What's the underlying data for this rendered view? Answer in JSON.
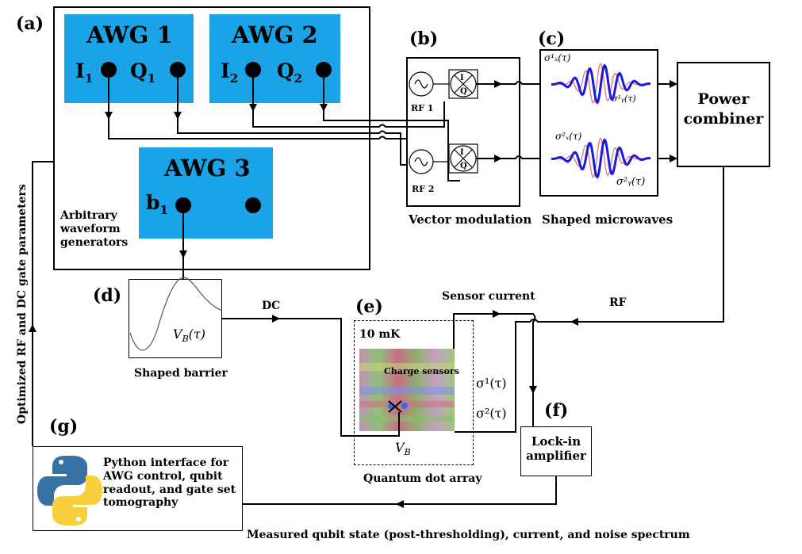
{
  "panel_labels": {
    "a": "(a)",
    "b": "(b)",
    "c": "(c)",
    "d": "(d)",
    "e": "(e)",
    "f": "(f)",
    "g": "(g)"
  },
  "awg1": {
    "title": "AWG 1",
    "port1": "I",
    "port1_sub": "1",
    "port2": "Q",
    "port2_sub": "1"
  },
  "awg2": {
    "title": "AWG 2",
    "port1": "I",
    "port1_sub": "2",
    "port2": "Q",
    "port2_sub": "2"
  },
  "awg3": {
    "title": "AWG 3",
    "port1": "b",
    "port1_sub": "1"
  },
  "awg_caption": "Arbitrary waveform generators",
  "awg_caption_lines": [
    "Arbitrary",
    "waveform",
    "generators"
  ],
  "vector_mod": {
    "rf1": "RF 1",
    "rf2": "RF 2",
    "iq_i": "I",
    "iq_q": "Q",
    "caption": "Vector modulation"
  },
  "shaped_mw": {
    "caption": "Shaped microwaves",
    "sx1": "σ¹ₓ(τ)",
    "sy1": "σ¹ᵧ(τ)",
    "sx2": "σ²ₓ(τ)",
    "sy2": "σ²ᵧ(τ)",
    "colors": {
      "blue": "#1a1adb",
      "red": "#f07070"
    }
  },
  "power_combiner": {
    "line1": "Power",
    "line2": "combiner"
  },
  "barrier": {
    "label": "V_B(τ)",
    "caption": "Shaped barrier",
    "dc": "DC"
  },
  "qd": {
    "temp": "10 mK",
    "charge_sensors": "Charge sensors",
    "vb": "V_B",
    "caption": "Quantum dot array",
    "sensor_current": "Sensor current",
    "rf": "RF",
    "sigma1": "σ¹(τ)",
    "sigma2": "σ²(τ)"
  },
  "lockin": {
    "line1": "Lock-in",
    "line2": "amplifier"
  },
  "python": {
    "lines": [
      "Python interface for",
      "AWG control,  qubit",
      "readout, and gate set",
      "tomography"
    ],
    "logo": "python-logo"
  },
  "feedback_label": "Optimized RF and DC gate parameters",
  "bottom_label": "Measured qubit state (post-thresholding), current, and noise spectrum",
  "colors": {
    "awg_blue": "#1aa3e6"
  }
}
